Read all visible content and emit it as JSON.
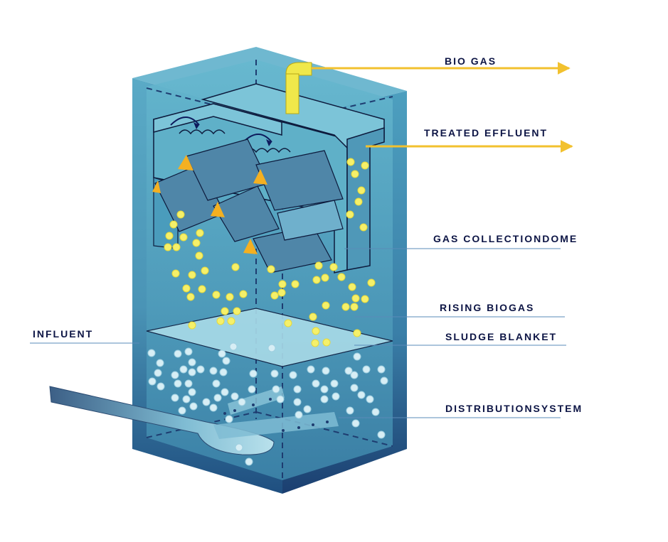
{
  "labels": {
    "biogas": "BIO GAS",
    "treated_effluent": "TREATED EFFLUENT",
    "gas_collection_dome": "GAS COLLECTIONDOME",
    "rising_biogas": "RISING BIOGAS",
    "sludge_blanket": "SLUDGE BLANKET",
    "influent": "INFLUENT",
    "distribution_system": "DISTRIBUTIONSYSTEM"
  },
  "colors": {
    "tank_front": "#4a9ab8",
    "tank_side": "#3b7fa6",
    "tank_top": "#6fb8d0",
    "tank_dark": "#1e4c7a",
    "inner_water": "#5fb1c9",
    "sludge_top": "#a9dbe8",
    "arrow": "#f2c12e",
    "pipe": "#f0e84a",
    "bubble_gas": "#f5f06a",
    "bubble_sludge": "#d7eef5",
    "settler_plate": "#4f86a8",
    "deflector": "#f4b021",
    "leader": "#5a8bb8",
    "text": "#0d1545"
  }
}
